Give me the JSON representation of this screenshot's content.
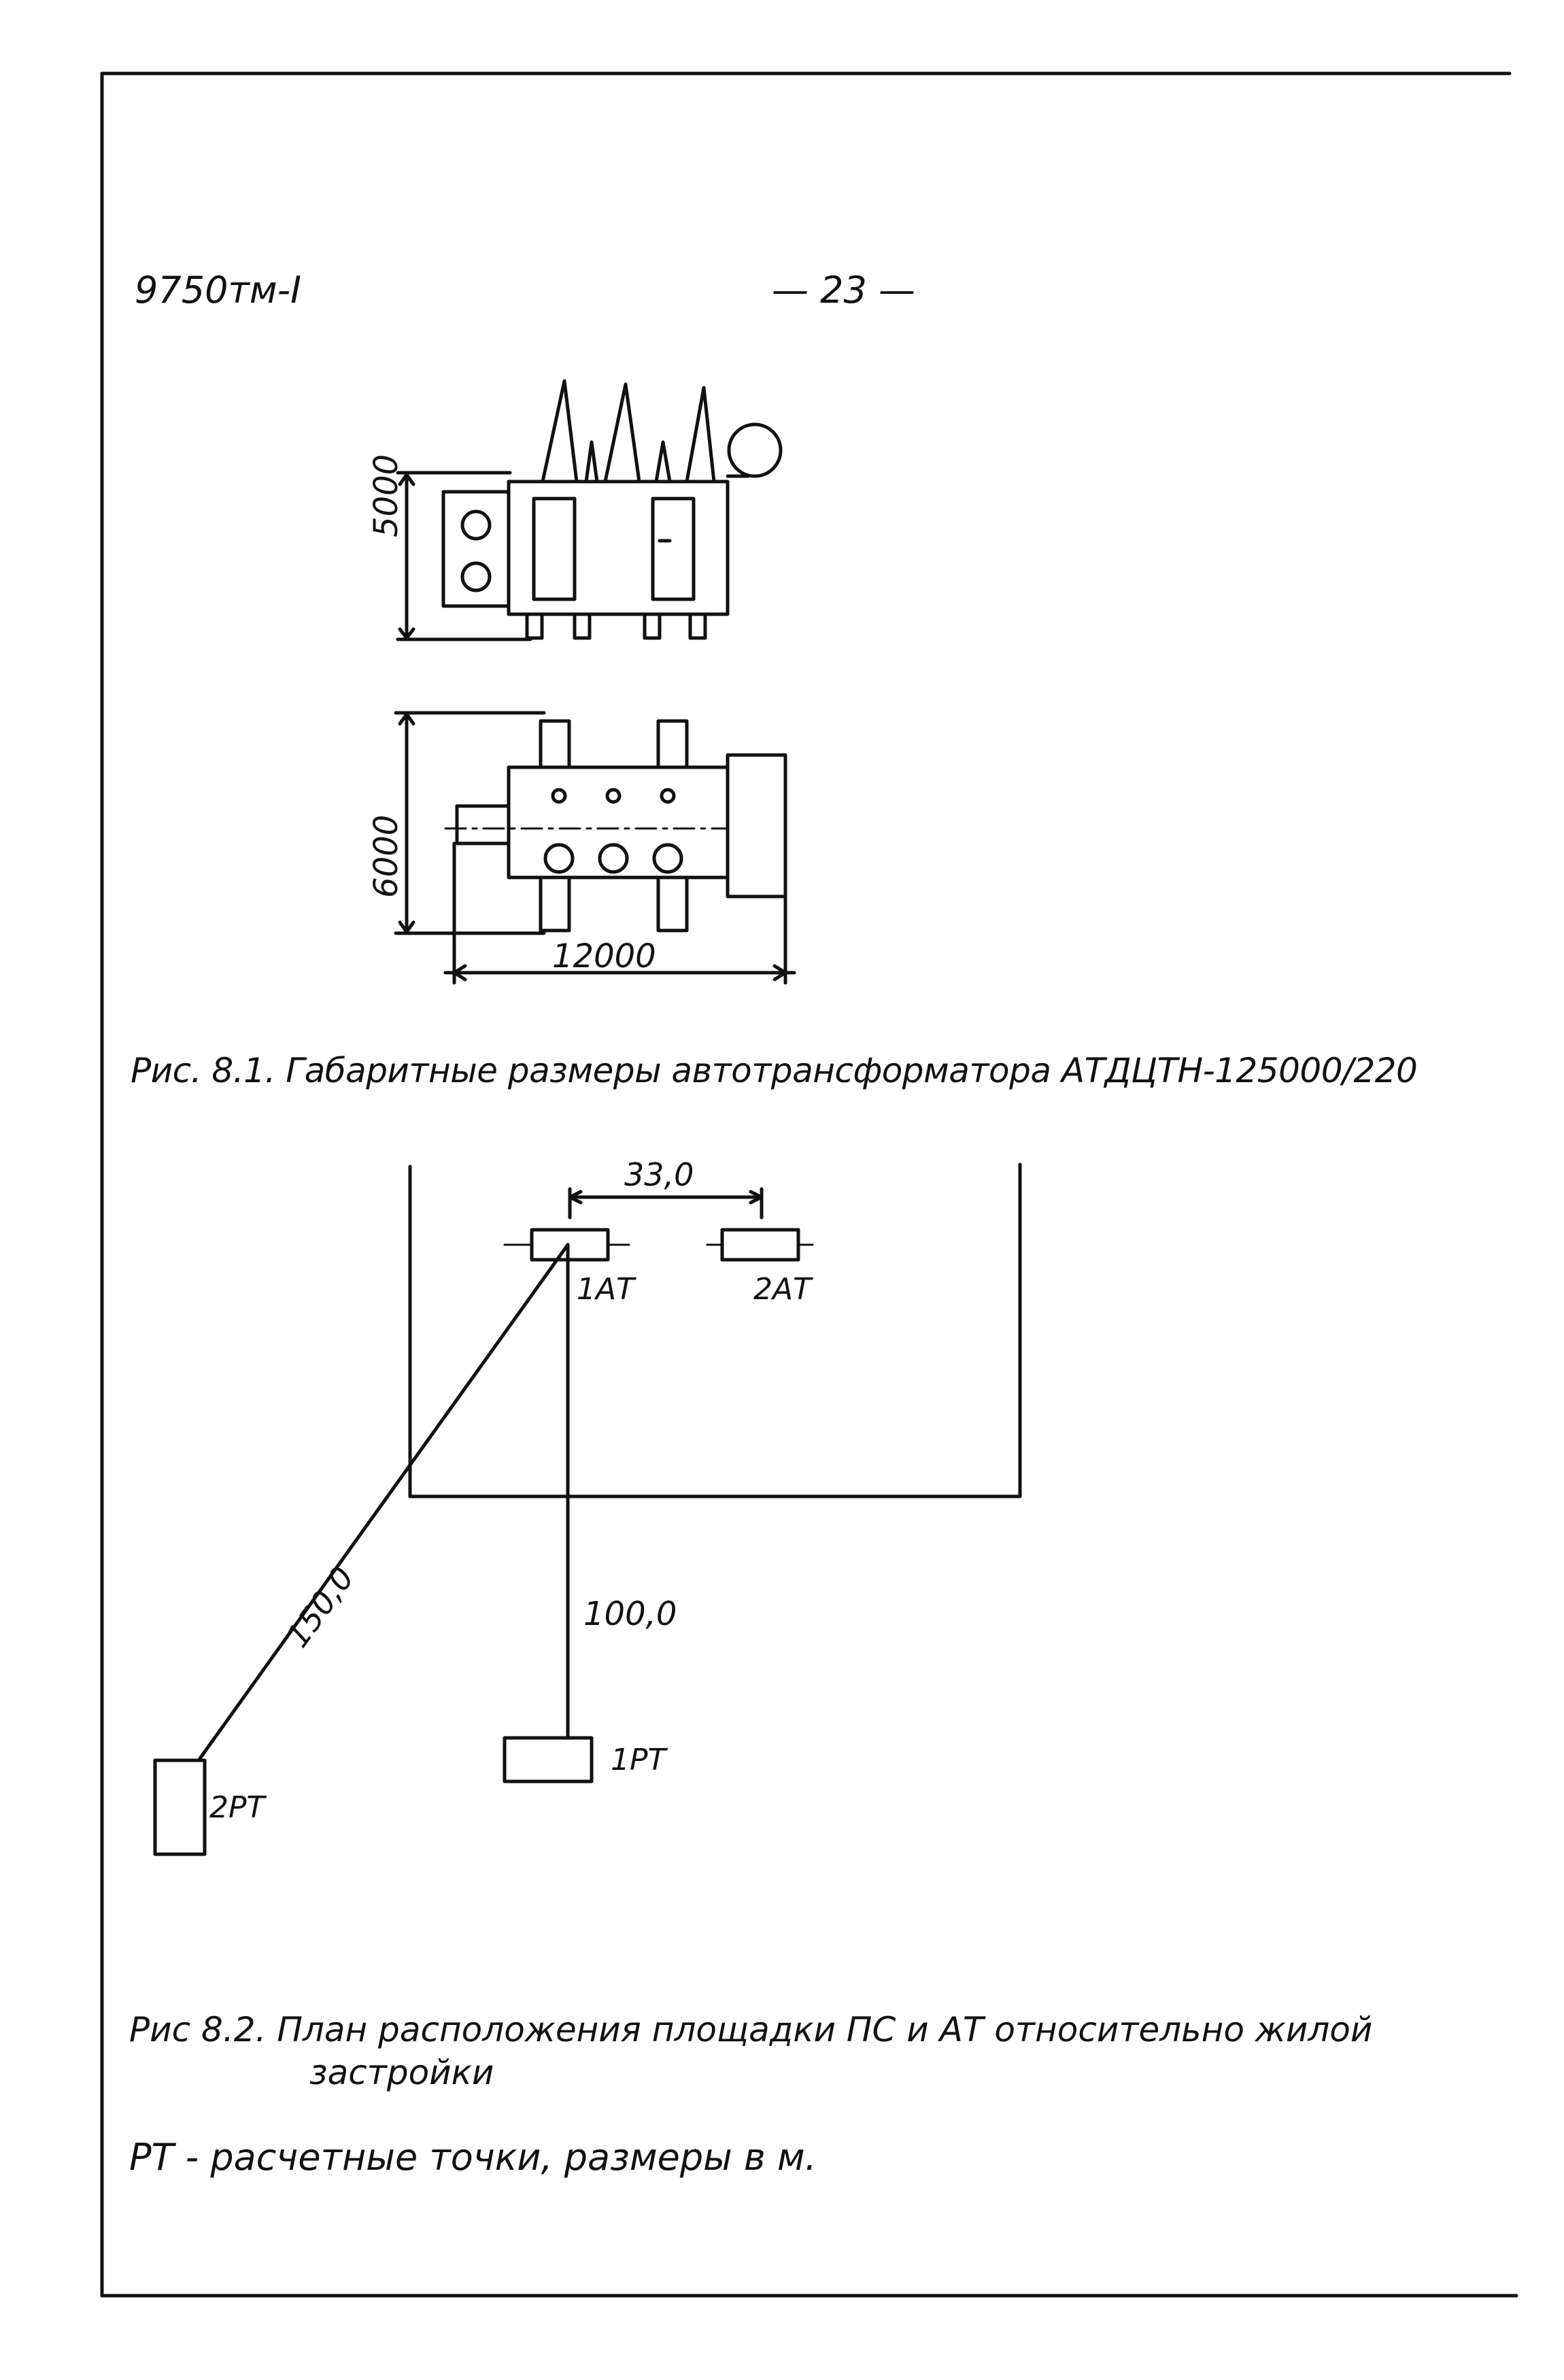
{
  "header": {
    "doc_code": "9750тм-I",
    "page_number": "— 23 —"
  },
  "figure1": {
    "side_view": {
      "height_dim": "5000"
    },
    "top_view": {
      "height_dim": "6000",
      "width_dim": "12000"
    },
    "caption": "Рис. 8.1. Габаритные размеры автотрансформатора АТДЦТН-125000/220"
  },
  "figure2": {
    "dist_between_at": "33,0",
    "at1_label": "1АТ",
    "at2_label": "2АТ",
    "diag_dist": "150,0",
    "vert_dist": "100,0",
    "rt1_label": "1РТ",
    "rt2_label": "2РТ",
    "caption_line1": "Рис 8.2. План расположения площадки ПС и АТ относительно жилой",
    "caption_line2": "застройки"
  },
  "notes": {
    "rt_note": "РТ - расчетные точки, размеры в м."
  }
}
